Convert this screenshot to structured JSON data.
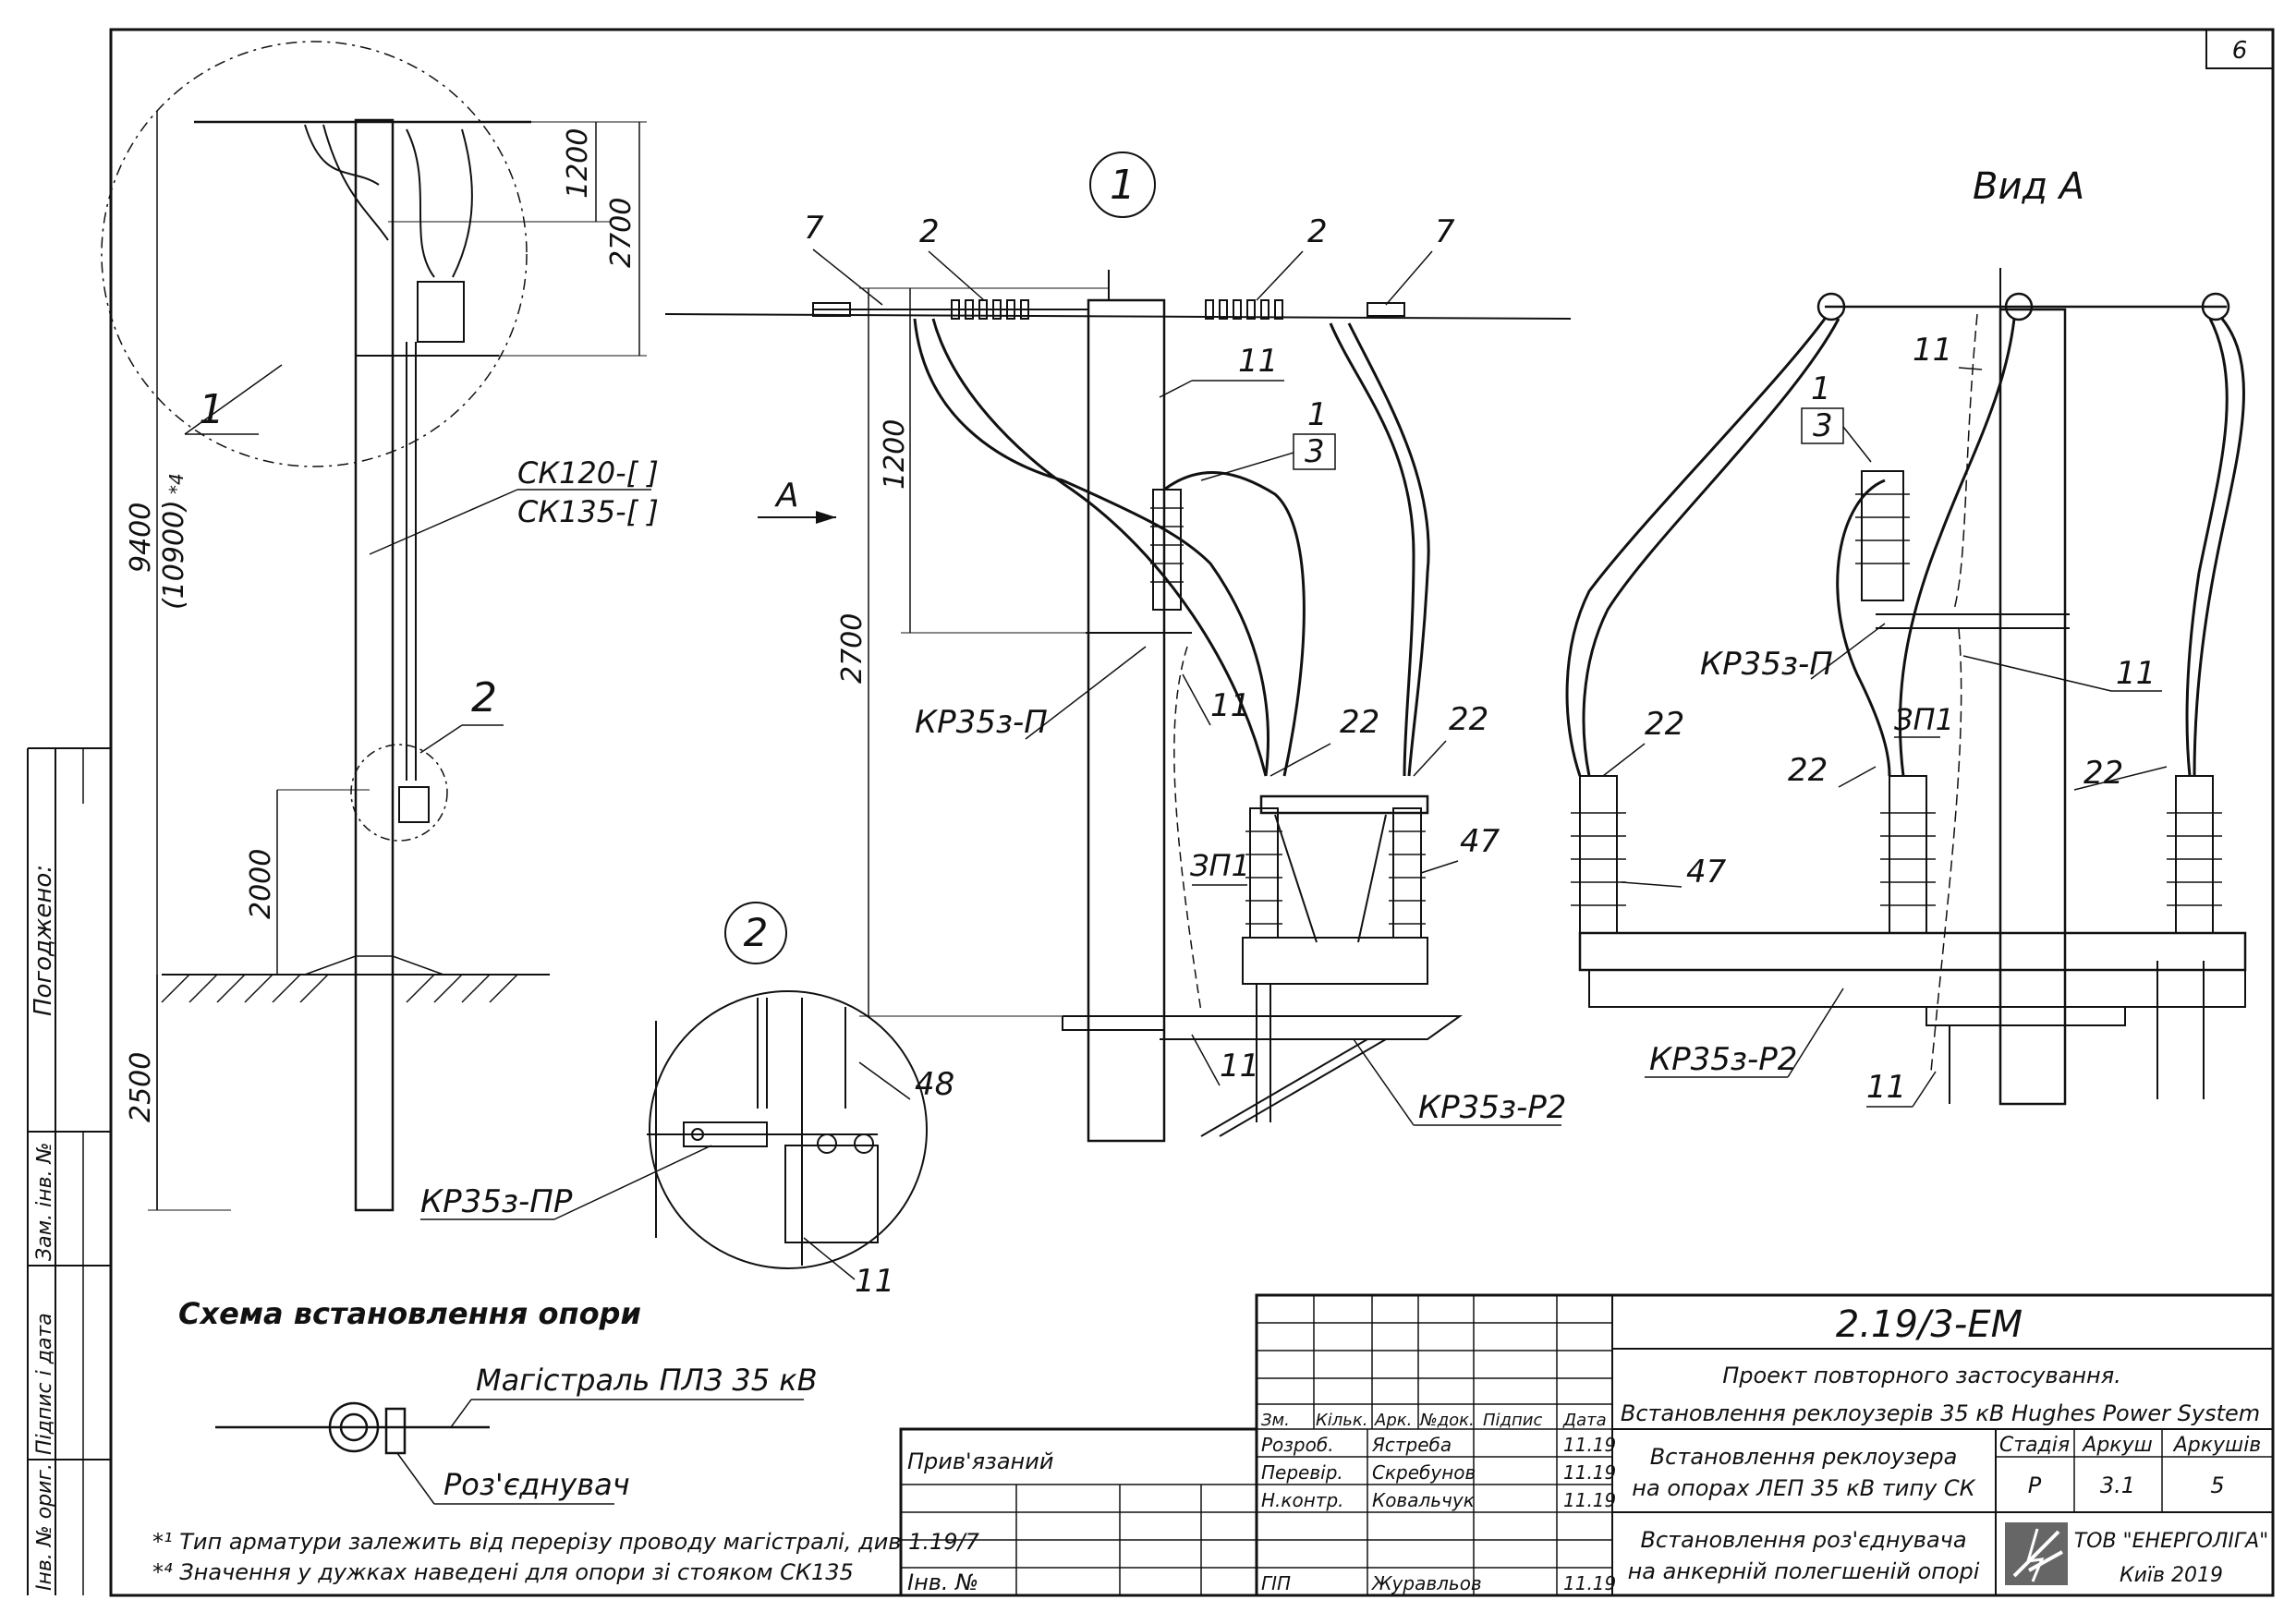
{
  "sheet_number": "6",
  "left_margin": {
    "agreed": "Погоджено:",
    "inv_orig": "Інв. № ориг.",
    "sign_date": "Підпис і дата",
    "replace_inv": "Зам. інв. №"
  },
  "pole_scheme": {
    "dim_1200": "1200",
    "dim_2700": "2700",
    "dim_9400": "9400",
    "dim_10900": "(10900)",
    "dim_note": "*4",
    "dim_2000": "2000",
    "dim_2500": "2500",
    "callout_1": "1",
    "callout_2": "2",
    "pole_type_a": "СК120-[ ]",
    "pole_type_b": "СК135-[ ]",
    "caption": "Схема встановлення опори",
    "kr_pr": "КР35з-ПР"
  },
  "detail_1": {
    "circle": "1",
    "pos_7a": "7",
    "pos_2a": "2",
    "pos_2b": "2",
    "pos_7b": "7",
    "pos_11a": "11",
    "pos_1": "1",
    "pos_3": "3",
    "dim_1200": "1200",
    "dim_2700": "2700",
    "view_arrow": "А",
    "kr_p": "КР35з-П",
    "pos_11b": "11",
    "pos_22a": "22",
    "pos_22b": "22",
    "pos_47": "47",
    "zp1": "ЗП1",
    "pos_11c": "11",
    "kr_r2": "КР35з-Р2"
  },
  "detail_2": {
    "circle": "2",
    "pos_48": "48",
    "pos_11": "11"
  },
  "view_a": {
    "title": "Вид А",
    "pos_11a": "11",
    "pos_1": "1",
    "pos_3": "3",
    "kr_p": "КР35з-П",
    "pos_11b": "11",
    "zp1": "ЗП1",
    "pos_22a": "22",
    "pos_22b": "22",
    "pos_22c": "22",
    "pos_47": "47",
    "kr_r2": "КР35з-Р2",
    "pos_11c": "11"
  },
  "legend": {
    "line_label": "Магістраль ПЛЗ 35 кВ",
    "switch_label": "Роз'єднувач",
    "note_1": "*¹ Тип арматури залежить від перерізу проводу магістралі, див 1.19/7",
    "note_4": "*⁴ Значення у дужках наведені для опори зі стояком СК135"
  },
  "title_block": {
    "doc_code": "2.19/3-ЕМ",
    "project_line1": "Проект повторного застосування.",
    "project_line2": "Встановлення реклоузерів 35 кВ Hughes Power System",
    "linked": "Прив'язаний",
    "inv_no": "Інв. №",
    "hdr_zm": "Зм.",
    "hdr_kil": "Кільк.",
    "hdr_ark": "Арк.",
    "hdr_ndok": "№док.",
    "hdr_pidpys": "Підпис",
    "hdr_data": "Дата",
    "roles": [
      {
        "role": "Розроб.",
        "name": "Ястреба",
        "date": "11.19"
      },
      {
        "role": "Перевір.",
        "name": "Скребунов",
        "date": "11.19"
      },
      {
        "role": "Н.контр.",
        "name": "Ковальчук",
        "date": "11.19"
      }
    ],
    "gip_role": "ГІП",
    "gip_name": "Журавльов",
    "gip_date": "11.19",
    "sheet_title_1": "Встановлення реклоузера",
    "sheet_title_2": "на опорах ЛЕП 35 кВ типу СК",
    "stage_hdr": "Стадія",
    "sheet_hdr": "Аркуш",
    "sheets_hdr": "Аркушів",
    "stage": "Р",
    "sheet": "3.1",
    "sheets": "5",
    "drawing_title_1": "Встановлення роз'єднувача",
    "drawing_title_2": "на анкерній полегшеній опорі",
    "company": "ТОВ \"ЕНЕРГОЛІГА\"",
    "city_year": "Київ 2019"
  }
}
